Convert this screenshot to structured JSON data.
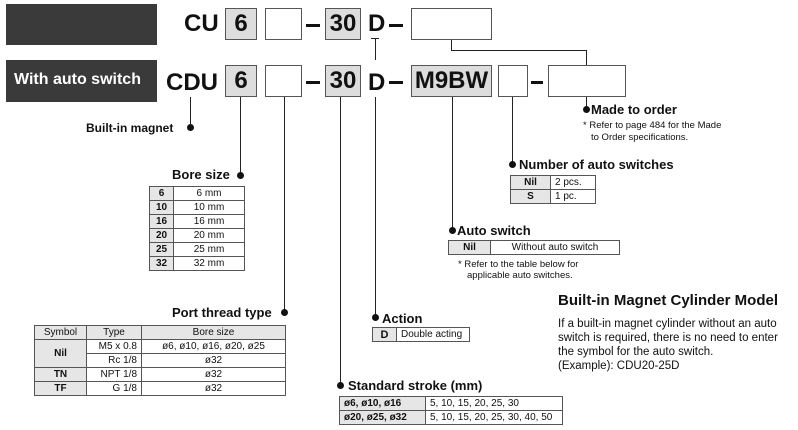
{
  "rows": {
    "cu": {
      "prefix": "CU",
      "bore": "6",
      "stroke": "30",
      "action": "D"
    },
    "cdu": {
      "label": "With auto switch",
      "prefix": "CDU",
      "bore": "6",
      "stroke": "30",
      "action": "D",
      "switch": "M9BW"
    }
  },
  "builtin_magnet": "Built-in magnet",
  "bore_size": {
    "title": "Bore size",
    "rows": [
      {
        "code": "6",
        "value": "6 mm"
      },
      {
        "code": "10",
        "value": "10 mm"
      },
      {
        "code": "16",
        "value": "16 mm"
      },
      {
        "code": "20",
        "value": "20 mm"
      },
      {
        "code": "25",
        "value": "25 mm"
      },
      {
        "code": "32",
        "value": "32 mm"
      }
    ]
  },
  "port_thread": {
    "title": "Port thread type",
    "headers": [
      "Symbol",
      "Type",
      "Bore size"
    ],
    "rows": [
      {
        "symbol": "Nil",
        "type": "M5 x 0.8",
        "bore": "ø6, ø10, ø16, ø20, ø25"
      },
      {
        "symbol": "",
        "type": "Rc 1/8",
        "bore": "ø32"
      },
      {
        "symbol": "TN",
        "type": "NPT 1/8",
        "bore": "ø32"
      },
      {
        "symbol": "TF",
        "type": "G 1/8",
        "bore": "ø32"
      }
    ]
  },
  "action": {
    "title": "Action",
    "code": "D",
    "value": "Double acting"
  },
  "stroke": {
    "title": "Standard stroke (mm)",
    "rows": [
      {
        "bore": "ø6, ø10, ø16",
        "values": "5, 10, 15, 20, 25, 30"
      },
      {
        "bore": "ø20, ø25, ø32",
        "values": "5, 10, 15, 20, 25, 30, 40, 50"
      }
    ]
  },
  "auto_switch": {
    "title": "Auto switch",
    "code": "Nil",
    "value": "Without auto switch",
    "note_line1": "* Refer to the table below for",
    "note_line2": "applicable auto switches."
  },
  "num_switches": {
    "title": "Number of auto switches",
    "rows": [
      {
        "code": "Nil",
        "value": "2 pcs."
      },
      {
        "code": "S",
        "value": "1 pc."
      }
    ]
  },
  "made_to_order": {
    "title": "Made to order",
    "note_line1": "* Refer to page 484 for the Made",
    "note_line2": "to Order specifications."
  },
  "magnet_model": {
    "title": "Built-in Magnet Cylinder Model",
    "lines": [
      "If a built-in magnet cylinder without an auto",
      "switch is required, there is no need to enter",
      "the symbol for the auto switch.",
      "(Example): CDU20-25D"
    ]
  }
}
